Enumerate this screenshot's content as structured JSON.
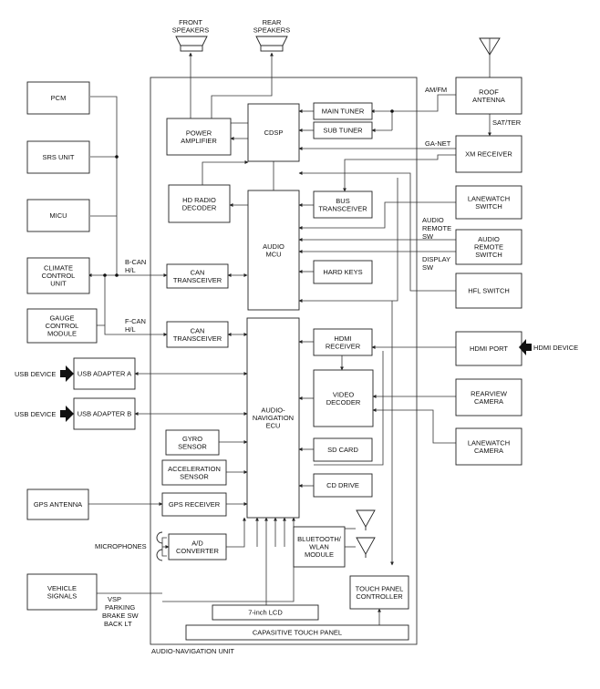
{
  "unit_title": "AUDIO-NAVIGATION UNIT",
  "blocks": {
    "front_speakers": [
      "FRONT",
      "SPEAKERS"
    ],
    "rear_speakers": [
      "REAR",
      "SPEAKERS"
    ],
    "roof_antenna": [
      "ROOF",
      "ANTENNA"
    ],
    "pcm": [
      "PCM"
    ],
    "srs_unit": [
      "SRS UNIT"
    ],
    "micu": [
      "MICU"
    ],
    "climate": [
      "CLIMATE",
      "CONTROL",
      "UNIT"
    ],
    "gauge": [
      "GAUGE",
      "CONTROL",
      "MODULE"
    ],
    "usb_adapter_a": [
      "USB ADAPTER A"
    ],
    "usb_adapter_b": [
      "USB ADAPTER B"
    ],
    "gps_antenna": [
      "GPS ANTENNA"
    ],
    "vehicle_signals": [
      "VEHICLE",
      "SIGNALS"
    ],
    "power_amp": [
      "POWER",
      "AMPLIFIER"
    ],
    "cdsp": [
      "CDSP"
    ],
    "main_tuner": [
      "MAIN TUNER"
    ],
    "sub_tuner": [
      "SUB TUNER"
    ],
    "hd_radio": [
      "HD RADIO",
      "DECODER"
    ],
    "audio_mcu": [
      "AUDIO",
      "MCU"
    ],
    "bus_transceiver": [
      "BUS",
      "TRANSCEIVER"
    ],
    "hard_keys": [
      "HARD KEYS"
    ],
    "can_transceiver_b": [
      "CAN",
      "TRANSCEIVER"
    ],
    "can_transceiver_f": [
      "CAN",
      "TRANSCEIVER"
    ],
    "nav_ecu": [
      "AUDIO-",
      "NAVIGATION",
      "ECU"
    ],
    "hdmi_receiver": [
      "HDMI",
      "RECEIVER"
    ],
    "video_decoder": [
      "VIDEO",
      "DECODER"
    ],
    "gyro": [
      "GYRO",
      "SENSOR"
    ],
    "accel": [
      "ACCELERATION",
      "SENSOR"
    ],
    "sd_card": [
      "SD CARD"
    ],
    "gps_receiver": [
      "GPS RECEIVER"
    ],
    "cd_drive": [
      "CD DRIVE"
    ],
    "ad_converter": [
      "A/D",
      "CONVERTER"
    ],
    "bt_wlan": [
      "BLUETOOTH/",
      "WLAN",
      "MODULE"
    ],
    "lcd": [
      "7-inch LCD"
    ],
    "touch_ctrl": [
      "TOUCH PANEL",
      "CONTROLLER"
    ],
    "cap_touch": [
      "CAPASITIVE TOUCH PANEL"
    ],
    "xm_receiver": [
      "XM RECEIVER"
    ],
    "lanewatch_switch": [
      "LANEWATCH",
      "SWITCH"
    ],
    "audio_remote_switch": [
      "AUDIO",
      "REMOTE",
      "SWITCH"
    ],
    "hfl_switch": [
      "HFL SWITCH"
    ],
    "hdmi_port": [
      "HDMI PORT"
    ],
    "rearview_camera": [
      "REARVIEW",
      "CAMERA"
    ],
    "lanewatch_camera": [
      "LANEWATCH",
      "CAMERA"
    ]
  },
  "labels": {
    "am_fm": "AM/FM",
    "sat_ter": "SAT/TER",
    "ga_net": "GA-NET",
    "audio_remote_sw": [
      "AUDIO",
      "REMOTE",
      "SW"
    ],
    "display_sw": [
      "DISPLAY",
      "SW"
    ],
    "b_can": [
      "B-CAN",
      "H/L"
    ],
    "f_can": [
      "F-CAN",
      "H/L"
    ],
    "usb_device_a": "USB DEVICE",
    "usb_device_b": "USB DEVICE",
    "hdmi_device": "HDMI DEVICE",
    "microphones": "MICROPHONES",
    "vehicle_signal_list": [
      "VSP",
      "PARKING",
      "BRAKE SW",
      "BACK LT"
    ]
  }
}
